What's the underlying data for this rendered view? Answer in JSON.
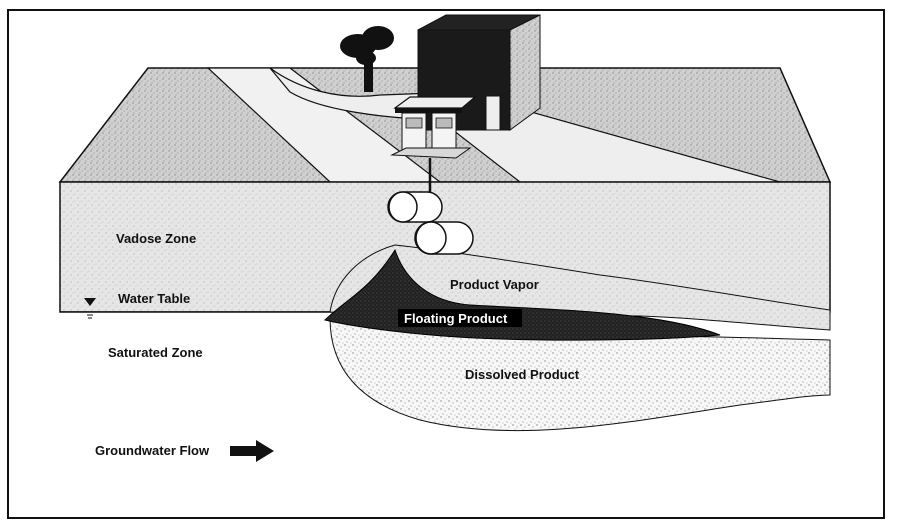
{
  "labels": {
    "vadose_zone": "Vadose Zone",
    "water_table": "Water Table",
    "saturated_zone": "Saturated Zone",
    "product_vapor": "Product Vapor",
    "floating_product": "Floating Product",
    "dissolved_product": "Dissolved Product",
    "groundwater_flow": "Groundwater Flow"
  },
  "colors": {
    "ink": "#111111",
    "surface_gray": "#c9c9c9",
    "ground_gray": "#e3e3e3",
    "vapor_gray": "#efefef",
    "floating_product": "#0a0a0a",
    "background": "#ffffff"
  }
}
